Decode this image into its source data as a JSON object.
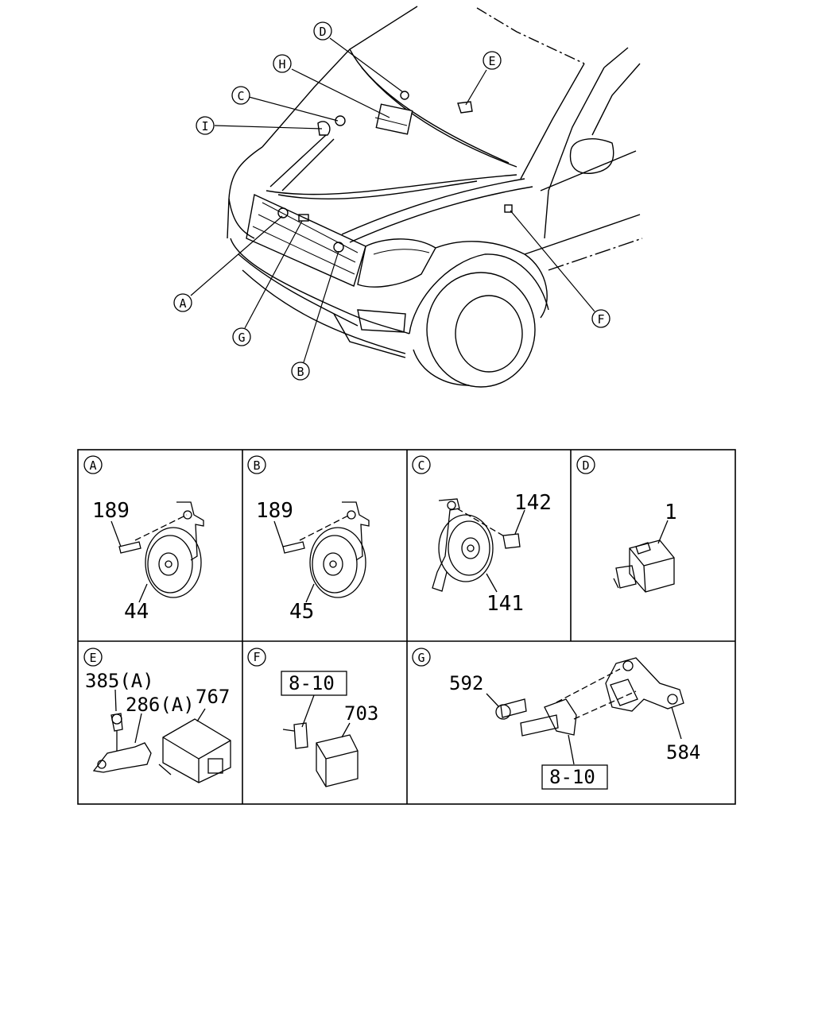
{
  "callouts": {
    "A": "A",
    "B": "B",
    "C": "C",
    "D": "D",
    "E": "E",
    "F": "F",
    "G": "G",
    "H": "H",
    "I": "I"
  },
  "panels": [
    {
      "letter": "A",
      "labels": [
        "189",
        "44"
      ]
    },
    {
      "letter": "B",
      "labels": [
        "189",
        "45"
      ]
    },
    {
      "letter": "C",
      "labels": [
        "142",
        "141"
      ]
    },
    {
      "letter": "D",
      "labels": [
        "1"
      ]
    },
    {
      "letter": "E",
      "labels": [
        "385(A)",
        "286(A)",
        "767"
      ]
    },
    {
      "letter": "F",
      "labels": [
        "8-10",
        "703"
      ]
    },
    {
      "letter": "G",
      "labels": [
        "592",
        "8-10",
        "584"
      ]
    }
  ]
}
